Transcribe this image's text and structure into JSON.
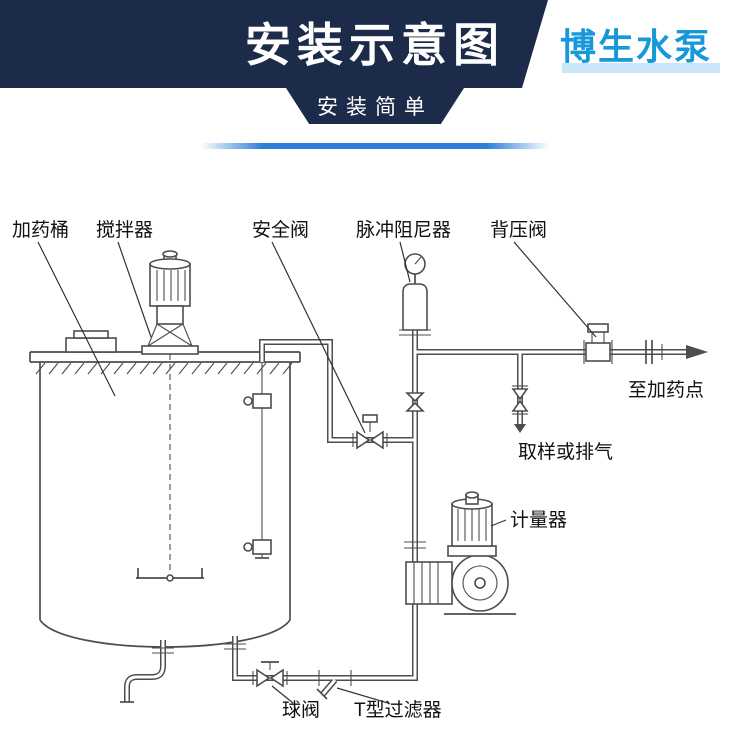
{
  "header": {
    "title": "安装示意图",
    "brand": "博生水泵",
    "subtitle": "安装简单"
  },
  "colors": {
    "banner": "#1c2b4a",
    "brand_blue": "#1798d8",
    "accent": "#2e7fd9",
    "diagram_line": "#4d4d4d",
    "label_text": "#111111"
  },
  "diagram": {
    "labels": {
      "dosing_tank": "加药桶",
      "agitator": "搅拌器",
      "safety_valve": "安全阀",
      "pulse_damper": "脉冲阻尼器",
      "back_pressure_valve": "背压阀",
      "to_dosing_point": "至加药点",
      "sampling_or_vent": "取样或排气",
      "metering_pump": "计量器",
      "ball_valve": "球阀",
      "t_filter": "T型过滤器"
    }
  }
}
